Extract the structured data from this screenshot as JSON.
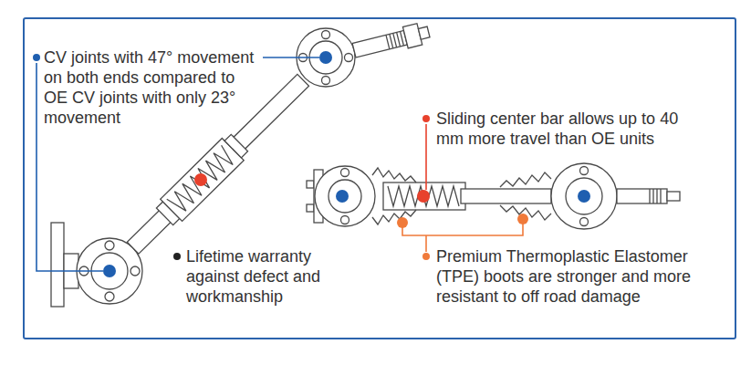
{
  "diagram": {
    "labels": [
      "CV joints with 47° movement on both ends compared to OE CV joints with only 23° movement",
      "Sliding center bar allows up to 40 mm more travel than OE units",
      "Lifetime warranty against defect and workmanship",
      "Premium Thermoplastic Elastomer (TPE) boots are stronger and more resistant to off road damage"
    ]
  }
}
